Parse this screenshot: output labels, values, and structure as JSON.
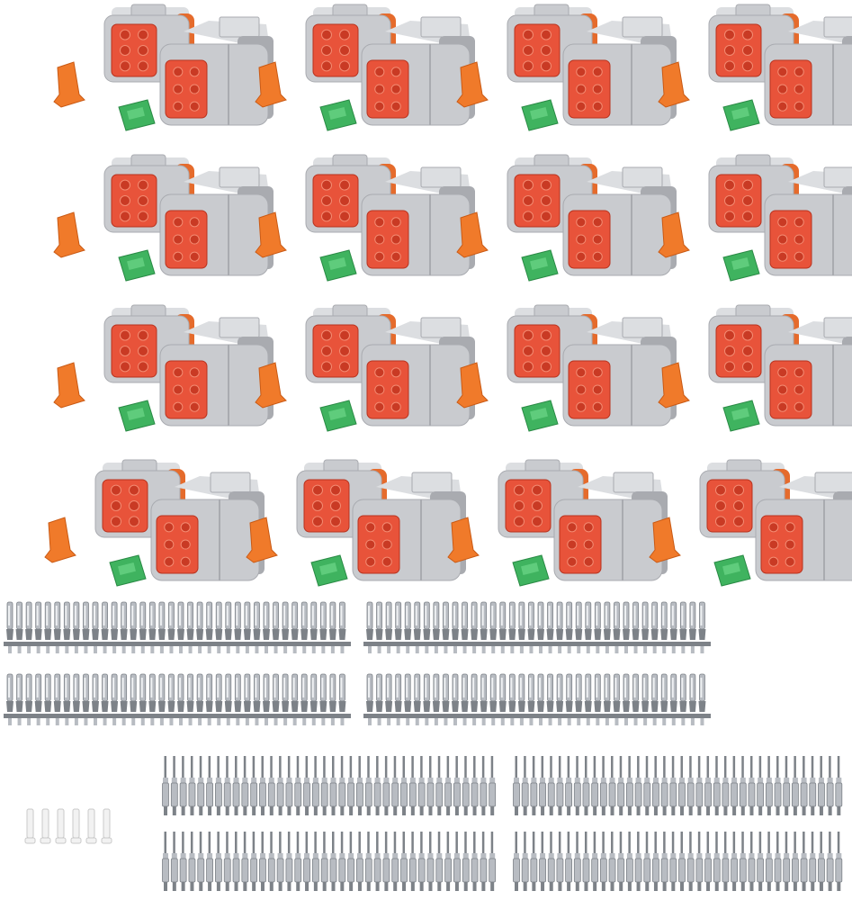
{
  "product": {
    "connector_sets": {
      "rows": 4,
      "columns": 4,
      "pins_per_connector": 6
    },
    "colors": {
      "housing": "#c9cbcf",
      "housing_dark": "#a9abb0",
      "housing_light": "#dcdee1",
      "pin_face": "#e8533a",
      "pin_hole": "#c93a24",
      "seal": "#e56b2c",
      "wedge_orange": "#f07a2a",
      "wedge_green": "#3fb35f",
      "metal": "#b8bcc2",
      "metal_dark": "#7d8288",
      "plug_white": "#f2f2f2"
    },
    "female_terminal_strips": {
      "count": 4,
      "pins_per_strip": 36
    },
    "male_terminal_strips": {
      "count": 4,
      "pins_per_strip": 38
    },
    "sealing_plugs": {
      "count": 6
    }
  }
}
